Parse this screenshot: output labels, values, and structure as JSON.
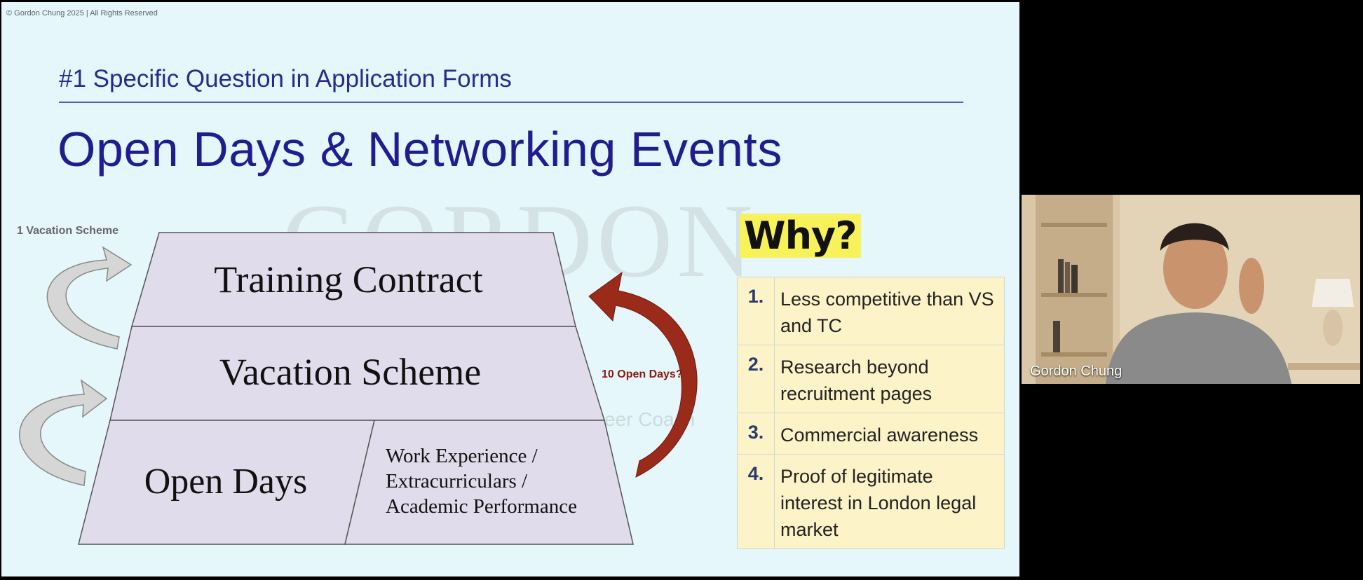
{
  "slide": {
    "copyright": "© Gordon Chung 2025 | All Rights Reserved",
    "subtitle": "#1 Specific Question in Application Forms",
    "title": "Open Days & Networking Events",
    "watermark": "GORDON",
    "watermark_sub": "eer Coach",
    "pyramid": {
      "top": "Training Contract",
      "middle": "Vacation Scheme",
      "bottom_left": "Open Days",
      "bottom_right_lines": [
        "Work Experience /",
        "Extracurriculars /",
        "Academic Performance"
      ]
    },
    "notes": {
      "vacation_scheme": "1 Vacation Scheme",
      "open_days": "10 Open Days?"
    },
    "why": {
      "heading": "Why?",
      "items": [
        {
          "num": "1.",
          "text": "Less competitive than VS and TC"
        },
        {
          "num": "2.",
          "text": "Research beyond recruitment pages"
        },
        {
          "num": "3.",
          "text": "Commercial awareness"
        },
        {
          "num": "4.",
          "text": "Proof of legitimate interest in London legal market"
        }
      ]
    }
  },
  "video": {
    "participant_name": "Gordon Chung"
  },
  "colors": {
    "slide_bg": "#e5f7fb",
    "title": "#221d8f",
    "pyramid_fill": "#e0dcec",
    "why_highlight": "#f7f15a",
    "table_fill": "#fdf3c8",
    "red_arrow": "#9a2a1a"
  }
}
